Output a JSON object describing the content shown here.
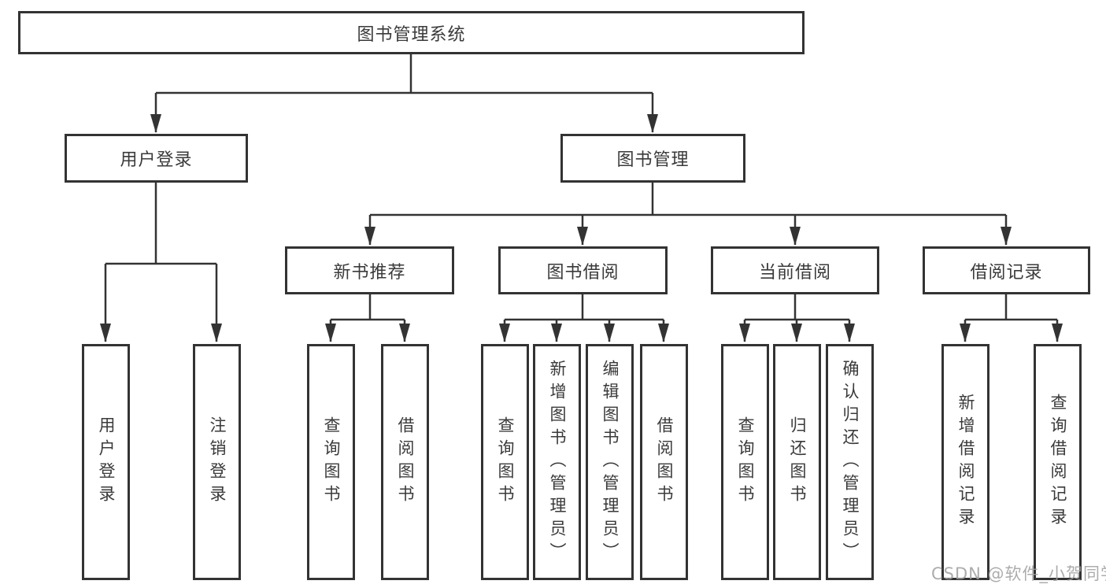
{
  "root": {
    "label": "图书管理系统"
  },
  "login": {
    "label": "用户登录",
    "children": [
      "用户登录",
      "注销登录"
    ]
  },
  "management": {
    "label": "图书管理",
    "sections": [
      {
        "label": "新书推荐",
        "children": [
          "查询图书",
          "借阅图书"
        ]
      },
      {
        "label": "图书借阅",
        "children": [
          "查询图书",
          "新增图书（管理员）",
          "编辑图书（管理员）",
          "借阅图书"
        ]
      },
      {
        "label": "当前借阅",
        "children": [
          "查询图书",
          "归还图书",
          "确认归还（管理员）"
        ]
      },
      {
        "label": "借阅记录",
        "children": [
          "新增借阅记录",
          "查询借阅记录"
        ]
      }
    ]
  },
  "watermark": "CSDN @软件_小贺同学",
  "colors": {
    "line": "#333333",
    "text": "#3a3a3a",
    "background": "#ffffff",
    "watermark": "#9e9e9e"
  }
}
